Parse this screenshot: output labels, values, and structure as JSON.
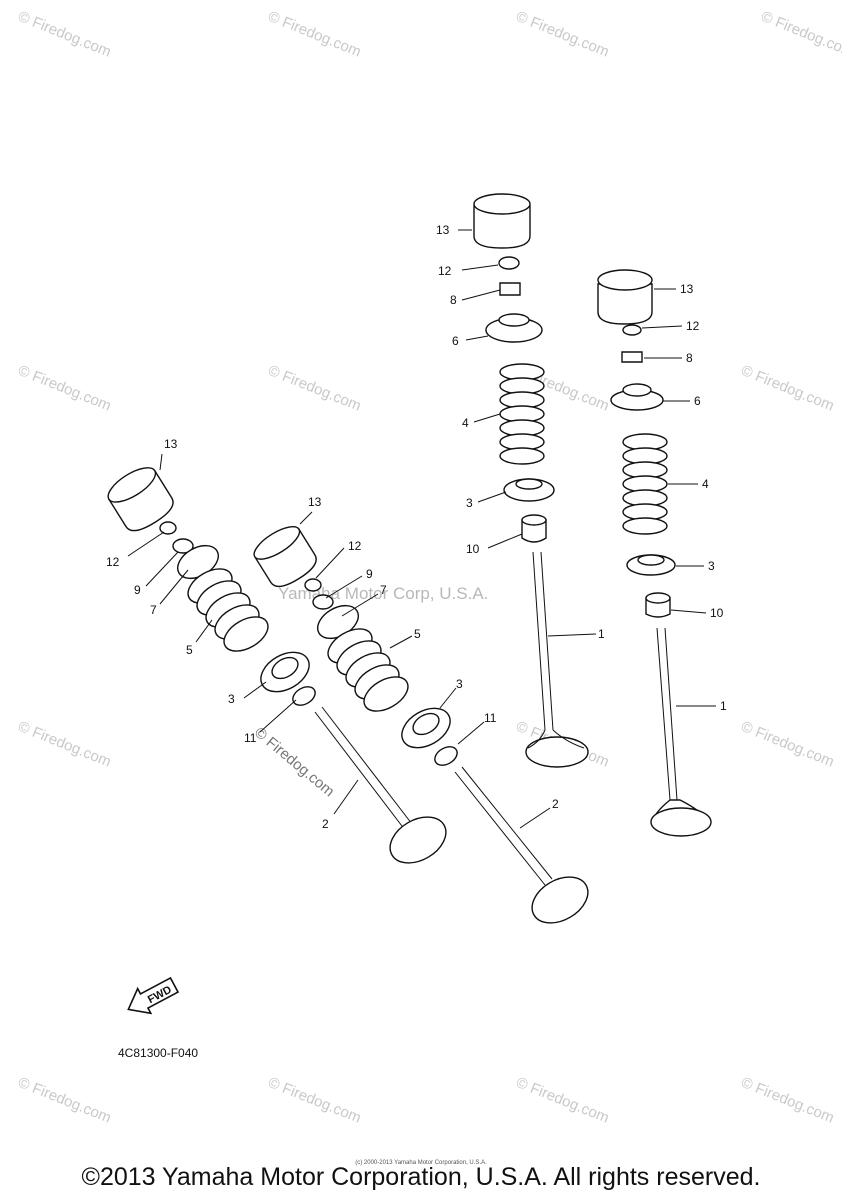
{
  "watermark": "© Firedog.com",
  "center_watermark": "Yamaha Motor Corp, U.S.A.",
  "mid_watermark": "© Firedog.com",
  "drawing_code": "4C81300-F040",
  "fwd_label": "FWD",
  "copyright": "©2013 Yamaha Motor Corporation, U.S.A. All rights reserved.",
  "tiny_copyright": "(c) 2000-2013 Yamaha Motor Corporation, U.S.A.",
  "callouts": [
    "1",
    "2",
    "3",
    "4",
    "5",
    "6",
    "7",
    "8",
    "9",
    "10",
    "11",
    "12",
    "13"
  ]
}
